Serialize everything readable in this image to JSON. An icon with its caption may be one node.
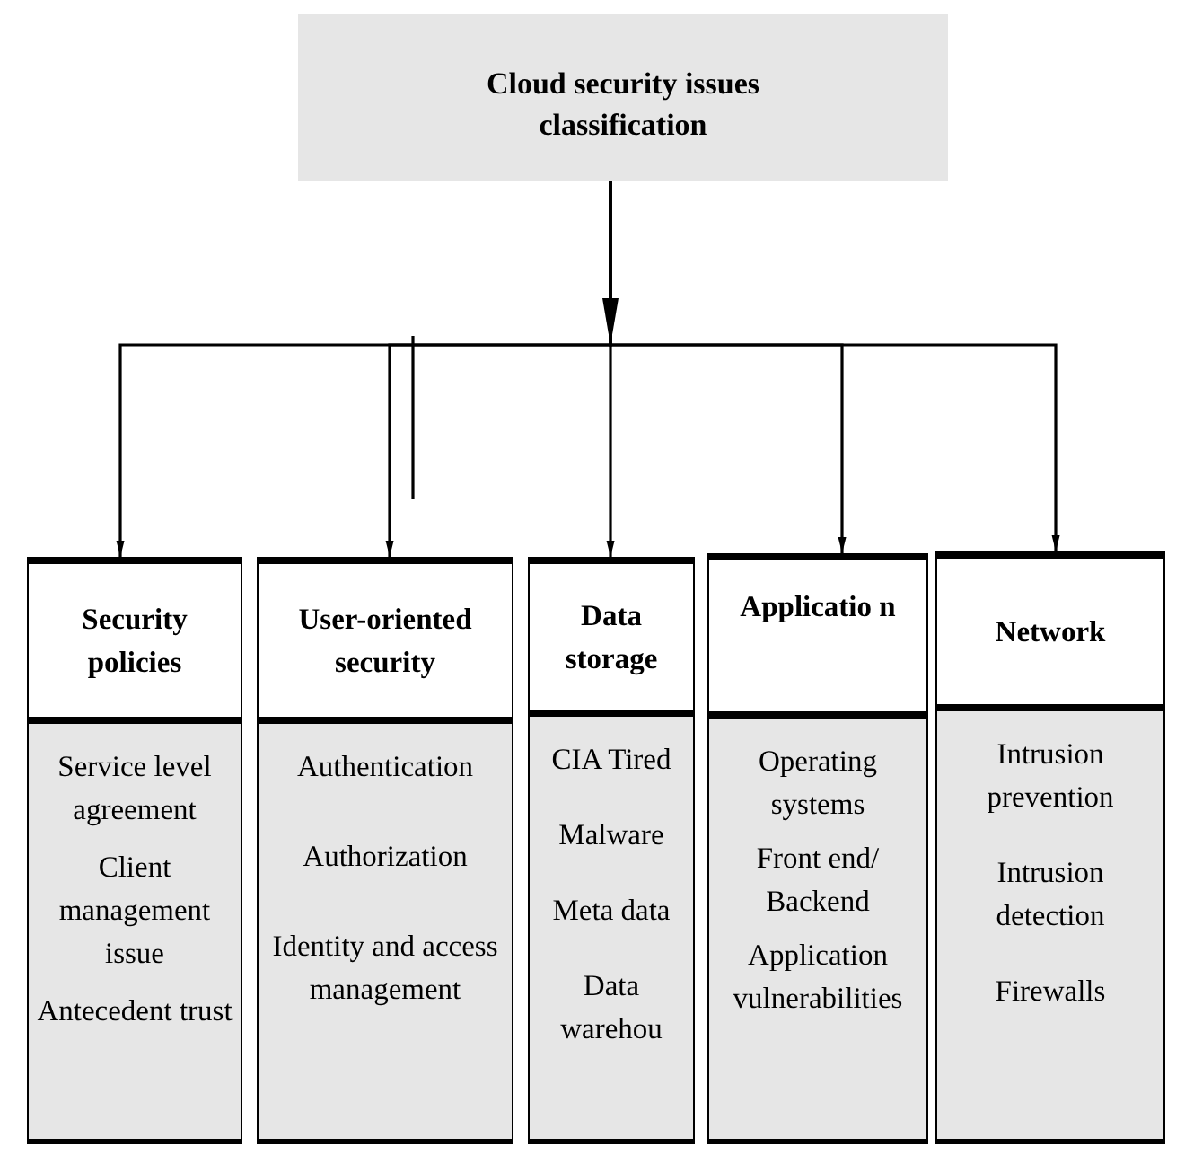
{
  "diagram": {
    "nodes": [
      {
        "text": [
          "Cloud security issues classification"
        ]
      },
      {
        "text": [
          "Security policies"
        ]
      },
      {
        "text": [
          "User-oriented security"
        ]
      },
      {
        "text": [
          "Data storage"
        ]
      },
      {
        "text": [
          "Applicatio n"
        ]
      },
      {
        "text": [
          "Network"
        ]
      },
      {
        "text": [
          "Service level agreement",
          "Client management issue",
          "Antecedent trust"
        ]
      },
      {
        "text": [
          "Authentication",
          "Authorization",
          "Identity and access management"
        ]
      },
      {
        "text": [
          "CIA Tired",
          "Malware",
          "Meta data",
          "Data warehou"
        ]
      },
      {
        "text": [
          "Operating systems",
          "Front end/ Backend",
          "Application vulnerabilities"
        ]
      },
      {
        "text": [
          "Intrusion prevention",
          "Intrusion detection",
          "Firewalls"
        ]
      }
    ],
    "edges": [
      {
        "from": 0,
        "to": 1,
        "arrow": "to"
      },
      {
        "from": 0,
        "to": 2,
        "arrow": "to"
      },
      {
        "from": 0,
        "to": 3,
        "arrow": "to"
      },
      {
        "from": 0,
        "to": 4,
        "arrow": "to"
      },
      {
        "from": 0,
        "to": 5,
        "arrow": "to"
      }
    ]
  }
}
